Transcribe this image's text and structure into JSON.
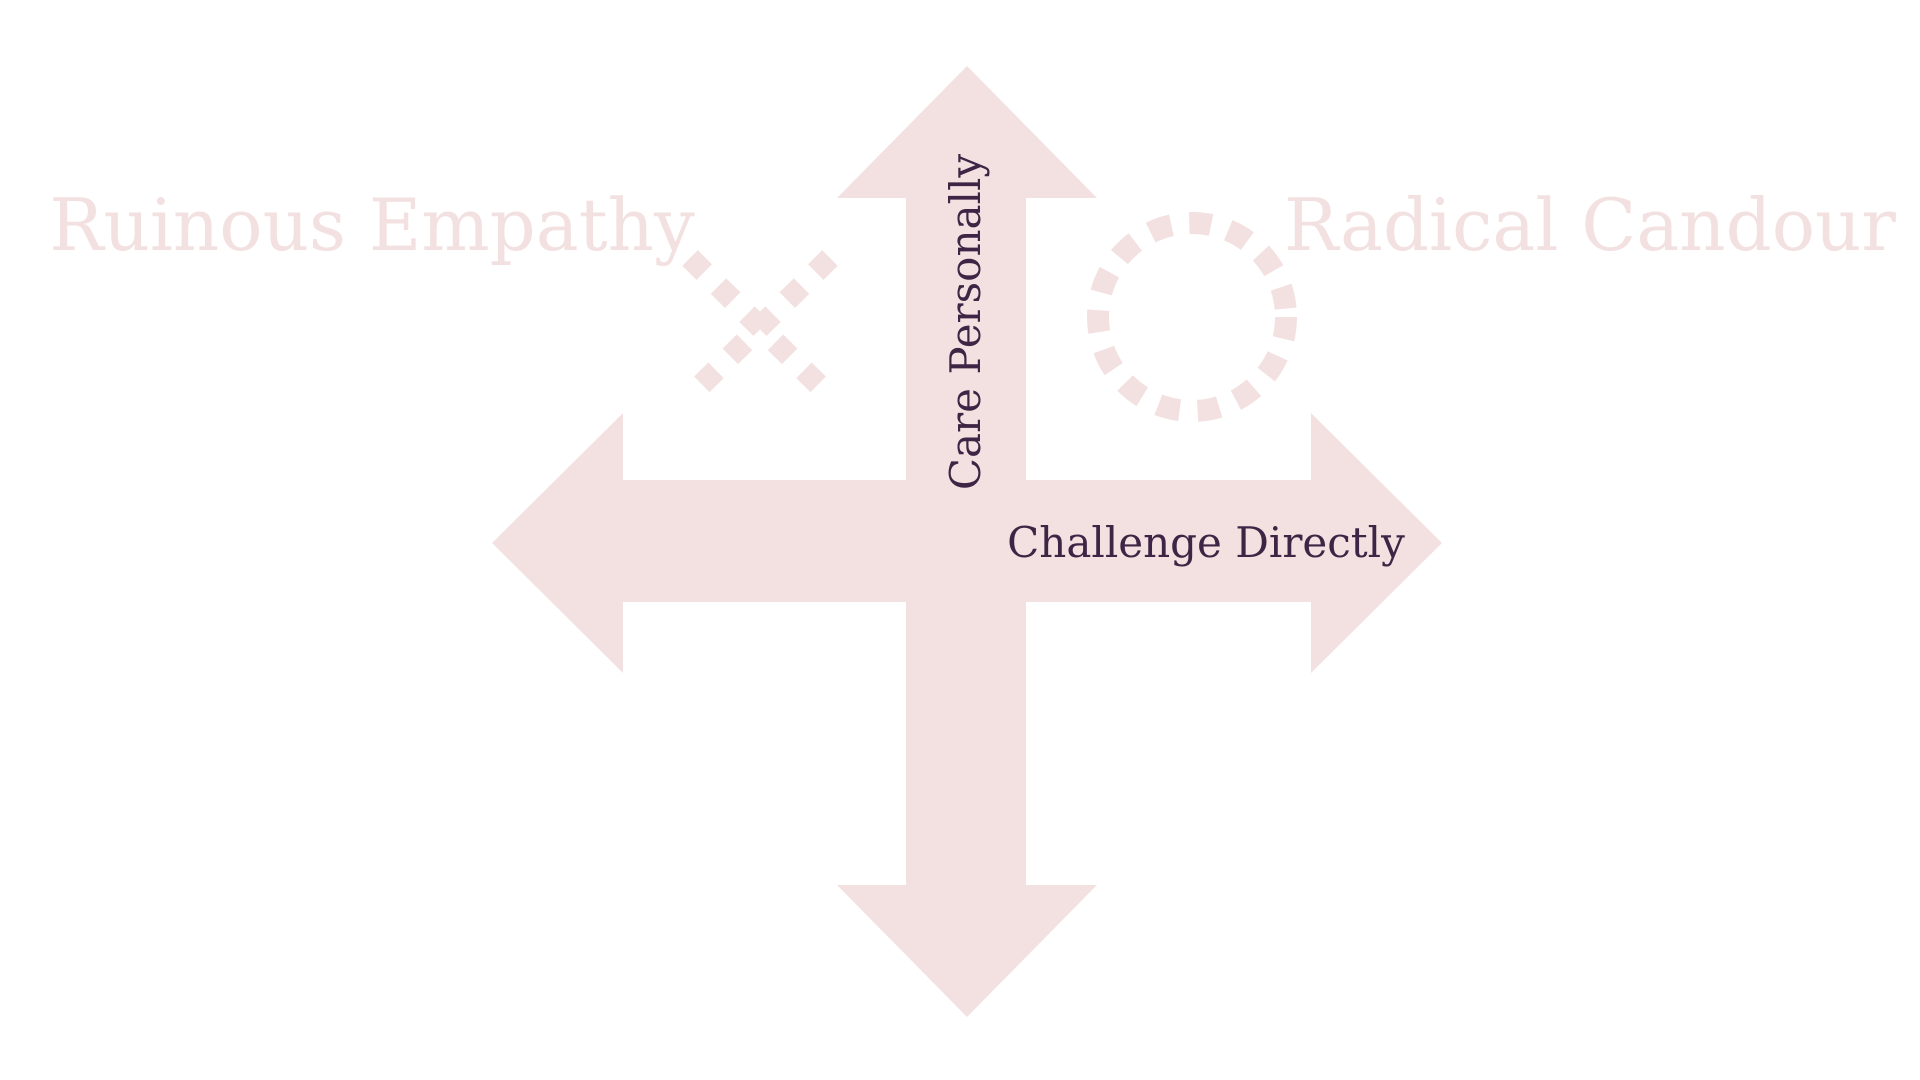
{
  "colors": {
    "background": "#ffffff",
    "arrow_fill": "#f3e1e1",
    "quadrant_label_color": "#f3e1e1",
    "axis_label_color": "#3e2545",
    "marker_color": "#f3e1e1"
  },
  "quadrants": {
    "top_left": {
      "label": "Ruinous Empathy",
      "marker": "dotted-x-icon"
    },
    "top_right": {
      "label": "Radical Candour",
      "marker": "dotted-circle-icon"
    }
  },
  "axes": {
    "vertical": {
      "label": "Care Personally"
    },
    "horizontal": {
      "label": "Challenge Directly"
    }
  }
}
